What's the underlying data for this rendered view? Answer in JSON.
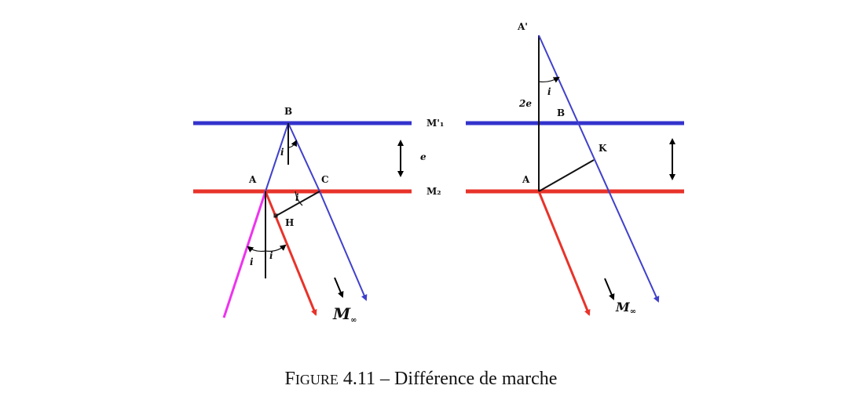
{
  "diagram_left": {
    "mirror_top_label": "M'₁",
    "mirror_bottom_label": "M₂",
    "points": {
      "B": "B",
      "A": "A",
      "C": "C",
      "H": "H"
    },
    "thickness_label": "e",
    "angle_labels": {
      "at_B": "i",
      "at_C": "i",
      "at_A_left": "i",
      "at_A_right": "i"
    },
    "output_label": {
      "main": "M",
      "sub": "∞"
    },
    "colors": {
      "top_mirror": "#3333cc",
      "bottom_mirror": "#e8332a",
      "blue_ray": "#4040cc",
      "red_ray": "#e8332a",
      "incident_ray": "#ee33ee"
    }
  },
  "diagram_right": {
    "points": {
      "A_prime": "A'",
      "B": "B",
      "K": "K",
      "A": "A"
    },
    "distance_label": "2e",
    "angle_label": "i",
    "output_label": {
      "main": "M",
      "sub": "∞"
    }
  },
  "caption": {
    "prefix_big": "F",
    "prefix_small": "IGURE",
    "number": "4.11",
    "separator": "–",
    "text": "Différence de marche"
  }
}
